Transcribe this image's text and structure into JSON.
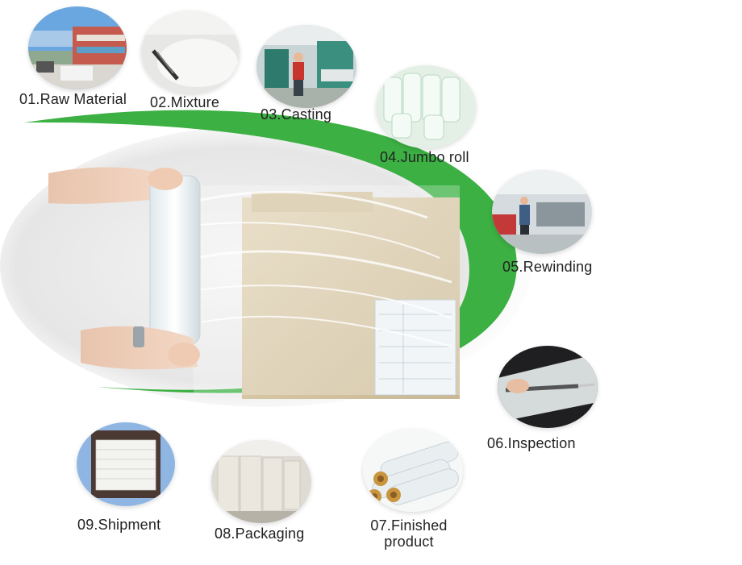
{
  "steps": [
    {
      "id": "01",
      "label": "01.Raw Material",
      "icon": "factory-yard-photo"
    },
    {
      "id": "02",
      "label": "02.Mixture",
      "icon": "mixing-photo"
    },
    {
      "id": "03",
      "label": "03.Casting",
      "icon": "casting-machine-photo"
    },
    {
      "id": "04",
      "label": "04.Jumbo roll",
      "icon": "jumbo-roll-photo"
    },
    {
      "id": "05",
      "label": "05.Rewinding",
      "icon": "rewinding-workshop-photo"
    },
    {
      "id": "06",
      "label": "06.Inspection",
      "icon": "inspection-knife-photo"
    },
    {
      "id": "07",
      "label_line1": "07.Finished",
      "label_line2": "product",
      "icon": "finished-rolls-photo"
    },
    {
      "id": "08",
      "label": "08.Packaging",
      "icon": "warehouse-cartons-photo"
    },
    {
      "id": "09",
      "label": "09.Shipment",
      "icon": "container-loading-photo"
    }
  ],
  "colors": {
    "arc_green": "#3cb043",
    "arc_green_dark": "#2e9a37",
    "carton": "#d9c9a8",
    "film": "#e9f1f4",
    "text": "#222222"
  },
  "hero": {
    "icon": "stretch-film-wrapping-photo"
  }
}
